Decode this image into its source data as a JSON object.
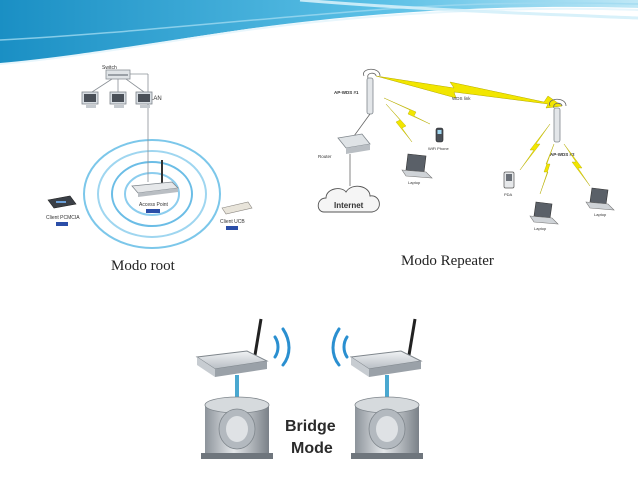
{
  "colors": {
    "wave_dark": "#1a8fc4",
    "wave_light": "#8fd3ec",
    "lightning": "#f2e600",
    "cable": "#4aa8d0"
  },
  "slide": {
    "captions": {
      "root": "Modo root",
      "repeater": "Modo Repeater"
    }
  },
  "root_figure": {
    "switch_label": "Switch",
    "lan_label": "LAN",
    "access_point_label": "Access Point",
    "client_pcmcia_label": "Client PCMCIA",
    "client_usb_label": "Client UCB"
  },
  "repeater_figure": {
    "ap_wds1_label": "AP-WDS #1",
    "ap_wds2_label": "AP-WDS #2",
    "link_label": "WDS link",
    "router_label": "Router",
    "internet_label": "Internet",
    "laptop_label": "Laptop",
    "wifi_phone_label": "WiFi Phone",
    "pda_label": "PDA"
  },
  "bridge_figure": {
    "title_line1": "Bridge",
    "title_line2": "Mode"
  }
}
